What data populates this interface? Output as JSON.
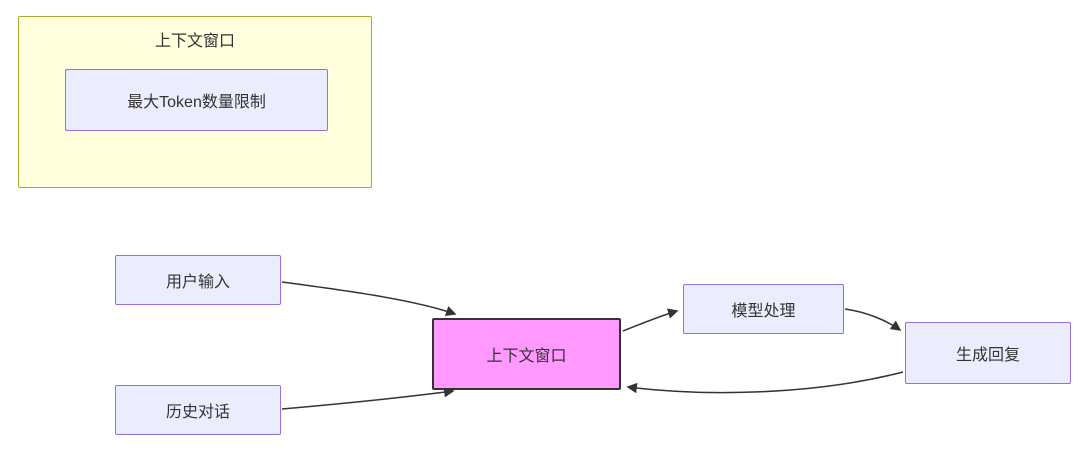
{
  "diagram": {
    "type": "flowchart",
    "direction": "left-to-right",
    "subgraph": {
      "title": "上下文窗口",
      "children": [
        {
          "id": "token_limit",
          "label": "最大Token数量限制"
        }
      ]
    },
    "nodes": [
      {
        "id": "user_input",
        "label": "用户输入",
        "style": "default"
      },
      {
        "id": "history",
        "label": "历史对话",
        "style": "default"
      },
      {
        "id": "context_window",
        "label": "上下文窗口",
        "style": "highlight"
      },
      {
        "id": "model_process",
        "label": "模型处理",
        "style": "default"
      },
      {
        "id": "reply",
        "label": "生成回复",
        "style": "default"
      }
    ],
    "edges": [
      {
        "from": "user_input",
        "to": "context_window"
      },
      {
        "from": "history",
        "to": "context_window"
      },
      {
        "from": "context_window",
        "to": "model_process"
      },
      {
        "from": "model_process",
        "to": "reply"
      },
      {
        "from": "reply",
        "to": "context_window"
      }
    ],
    "colors": {
      "node_fill": "#ECECFF",
      "node_border": "#9370DB",
      "subgraph_fill": "#FFFFDE",
      "subgraph_border": "#AAAA33",
      "highlight_fill": "#FF99FF",
      "highlight_border": "#333333",
      "edge": "#333333",
      "text": "#333333"
    }
  }
}
